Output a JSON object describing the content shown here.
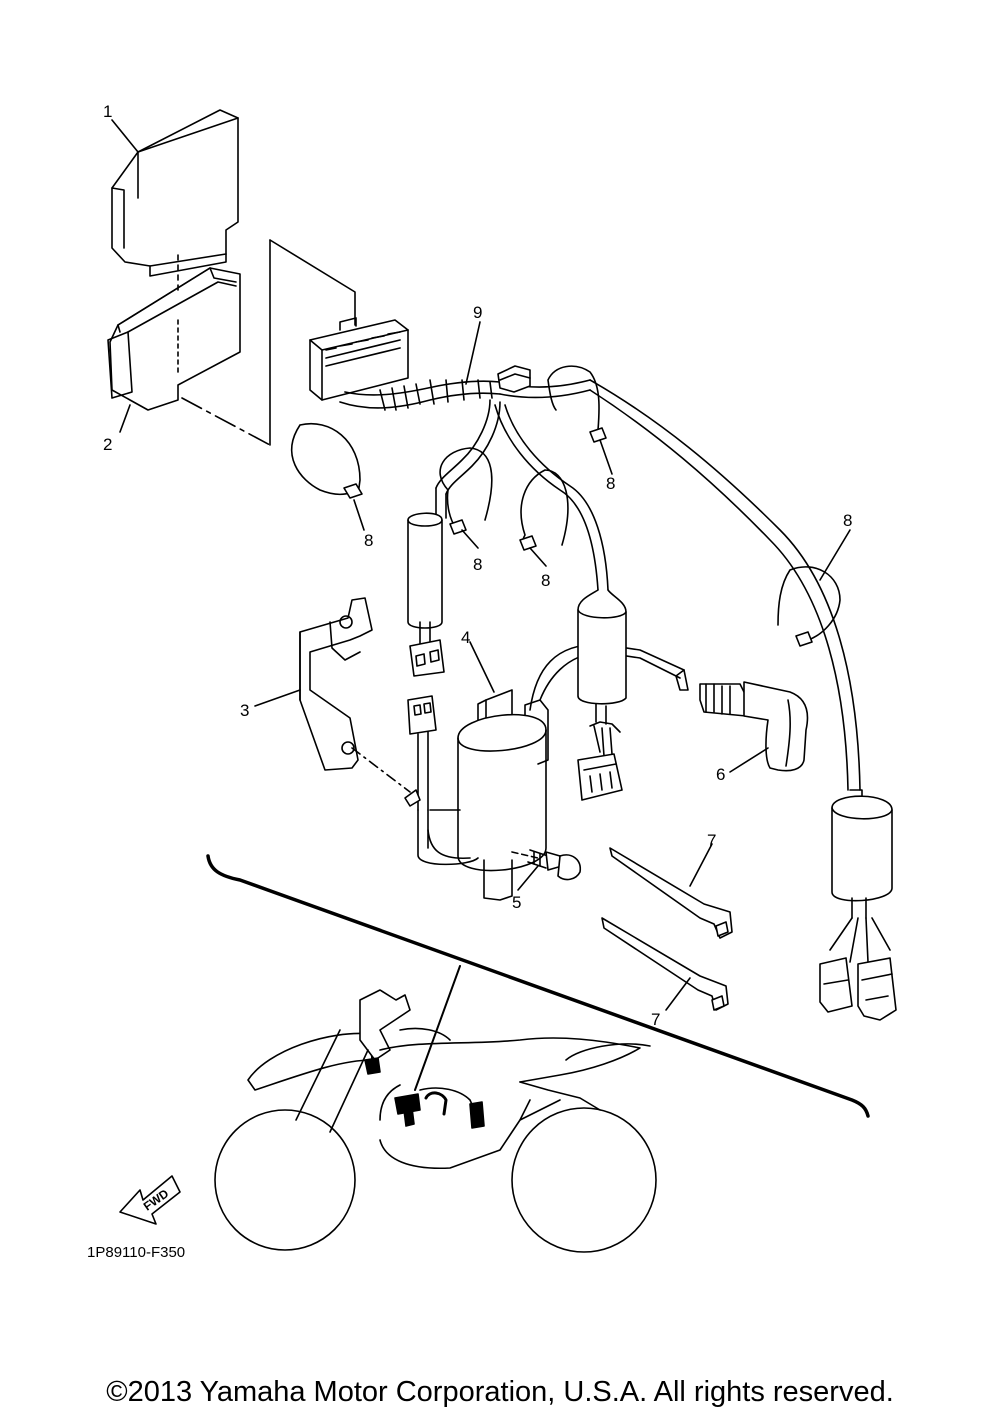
{
  "diagram": {
    "callouts": [
      "1",
      "2",
      "3",
      "4",
      "5",
      "6",
      "7",
      "7",
      "8",
      "8",
      "8",
      "8",
      "8",
      "9"
    ],
    "fwd_label": "FWD",
    "part_code": "1P89110-F350"
  },
  "footer": {
    "copyright": "©2013 Yamaha Motor Corporation, U.S.A. All rights reserved."
  },
  "colors": {
    "line": "#000000",
    "background": "#ffffff"
  }
}
